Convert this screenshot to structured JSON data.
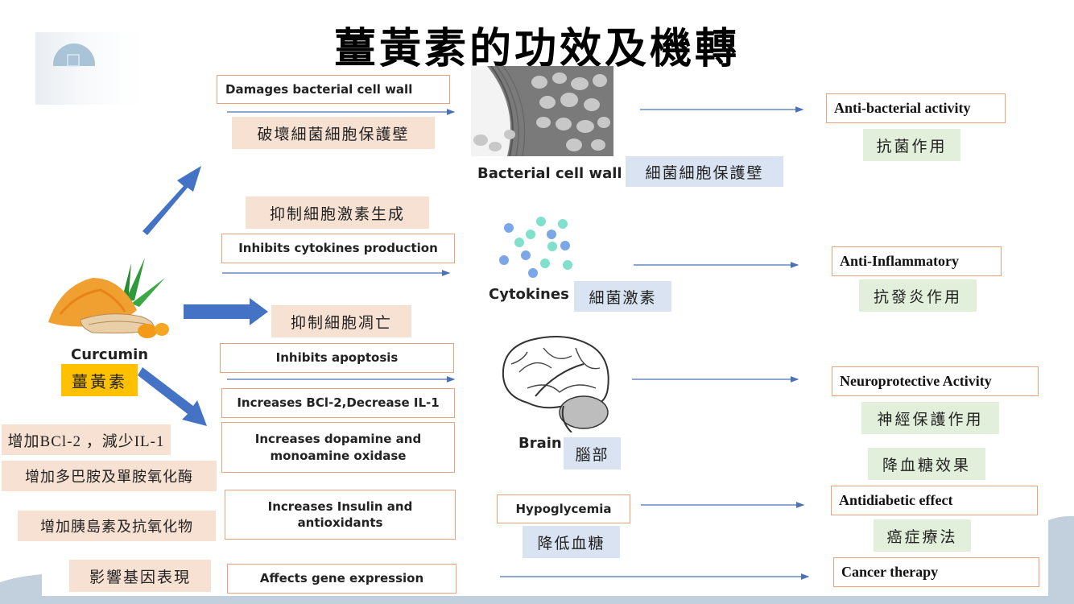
{
  "title": "薑黃素的功效及機轉",
  "colors": {
    "box_border": "#e9a37a",
    "arrow_blue": "#4472c4",
    "thin_arrow": "#4a72b8",
    "peach_label": "#f7e1d3",
    "blue_label": "#dae3f1",
    "green_label": "#e2efda",
    "yellow_label": "#ffc000",
    "decor_gray_blue": "#c2cfdc"
  },
  "source": {
    "name": "Curcumin",
    "name_zh": "薑黃素",
    "icon": "turmeric-icon"
  },
  "mechanisms": [
    {
      "en": "Damages bacterial cell wall",
      "zh": "破壞細菌細胞保護壁"
    },
    {
      "en": "Inhibits cytokines production",
      "zh": "抑制細胞激素生成"
    },
    {
      "en": "Inhibits apoptosis",
      "zh": "抑制細胞凋亡"
    },
    {
      "en": "Increases BCl-2,Decrease IL-1",
      "zh": "增加BCl-2 ，減少IL-1"
    },
    {
      "en_line1": "Increases dopamine and",
      "en_line2": "monoamine oxidase",
      "zh": "增加多巴胺及單胺氧化酶"
    },
    {
      "en_line1": "Increases Insulin and",
      "en_line2": "antioxidants",
      "zh": "增加胰島素及抗氧化物"
    },
    {
      "en": "Affects gene expression",
      "zh": "影響基因表現"
    }
  ],
  "targets": [
    {
      "en": "Bacterial cell wall",
      "zh": "細菌細胞保護壁",
      "icon": "bacterial-cell-wall-icon"
    },
    {
      "en": "Cytokines",
      "zh": "細菌激素",
      "icon": "cytokines-icon"
    },
    {
      "en": "Brain",
      "zh": "腦部",
      "icon": "brain-icon"
    },
    {
      "en": "Hypoglycemia",
      "zh": "降低血糖"
    }
  ],
  "effects": [
    {
      "en": "Anti-bacterial  activity",
      "zh": "抗菌作用"
    },
    {
      "en": "Anti-Inflammatory",
      "zh": "抗發炎作用"
    },
    {
      "en": "Neuroprotective Activity",
      "zh": "神經保護作用"
    },
    {
      "en": "Antidiabetic  effect",
      "zh": "降血糖效果"
    },
    {
      "en": "Cancer therapy",
      "zh": "癌症療法"
    }
  ]
}
